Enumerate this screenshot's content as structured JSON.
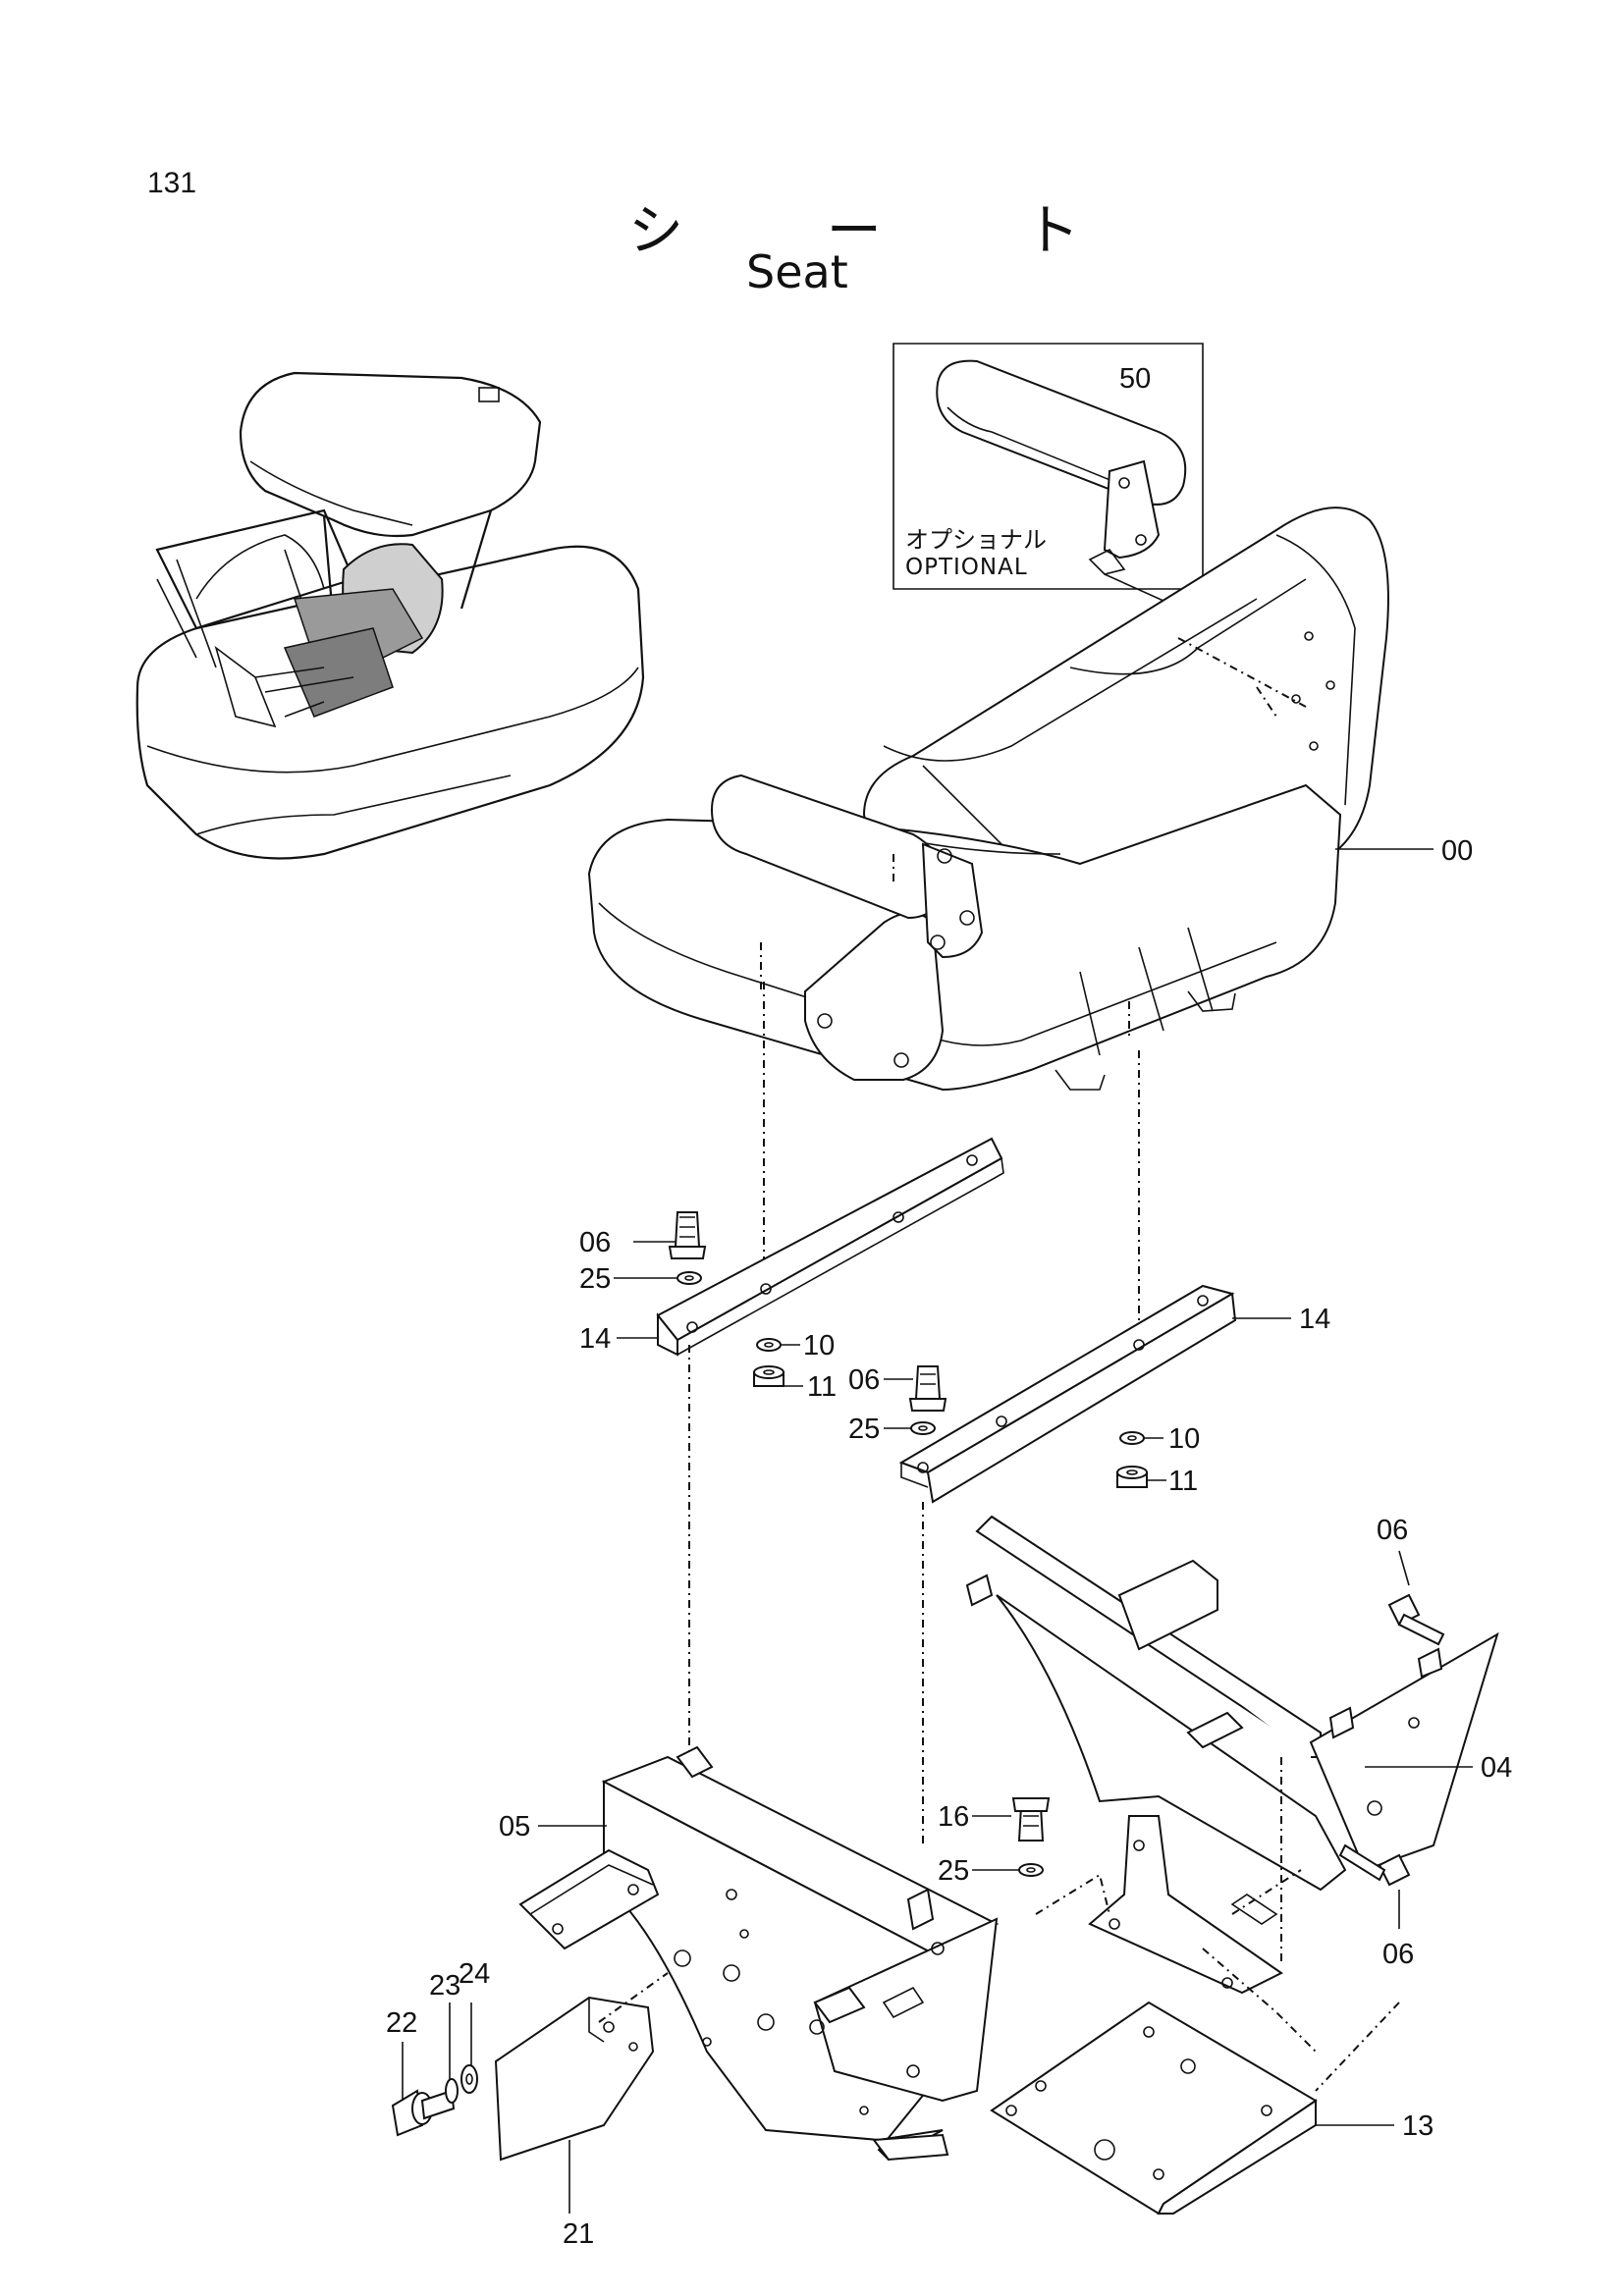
{
  "page_number": "131",
  "title_jp": "シ ー ト",
  "title_en": "Seat",
  "optional_jp": "オプショナル",
  "optional_en": "OPTIONAL",
  "callouts": {
    "c50": "50",
    "c00": "00",
    "c06a": "06",
    "c25a": "25",
    "c14a": "14",
    "c10a": "10",
    "c11a": "11",
    "c14b": "14",
    "c06b": "06",
    "c25b": "25",
    "c10b": "10",
    "c11b": "11",
    "c06c": "06",
    "c04": "04",
    "c05": "05",
    "c16": "16",
    "c25c": "25",
    "c06d": "06",
    "c22": "22",
    "c23": "23",
    "c24": "24",
    "c13": "13",
    "c21": "21"
  }
}
